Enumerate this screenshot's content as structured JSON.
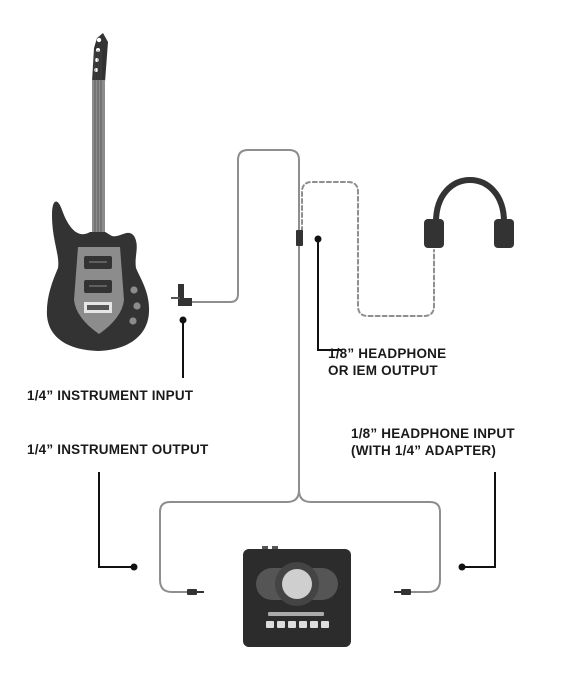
{
  "labels": {
    "instrument_input": "1/4” INSTRUMENT INPUT",
    "instrument_output": "1/4” INSTRUMENT OUTPUT",
    "headphone_output_line1": "1/8” HEADPHONE",
    "headphone_output_line2": "OR IEM OUTPUT",
    "headphone_input_line1": "1/8” HEADPHONE INPUT",
    "headphone_input_line2": "(WITH 1/4” ADAPTER)"
  },
  "colors": {
    "body": "#333333",
    "pickguard": "#8c8c8c",
    "cable": "#8e8e8e",
    "leader": "#111111",
    "device": "#2c2c2c"
  },
  "icons": [
    "electric-guitar-icon",
    "headphones-icon",
    "audio-interface-icon"
  ]
}
